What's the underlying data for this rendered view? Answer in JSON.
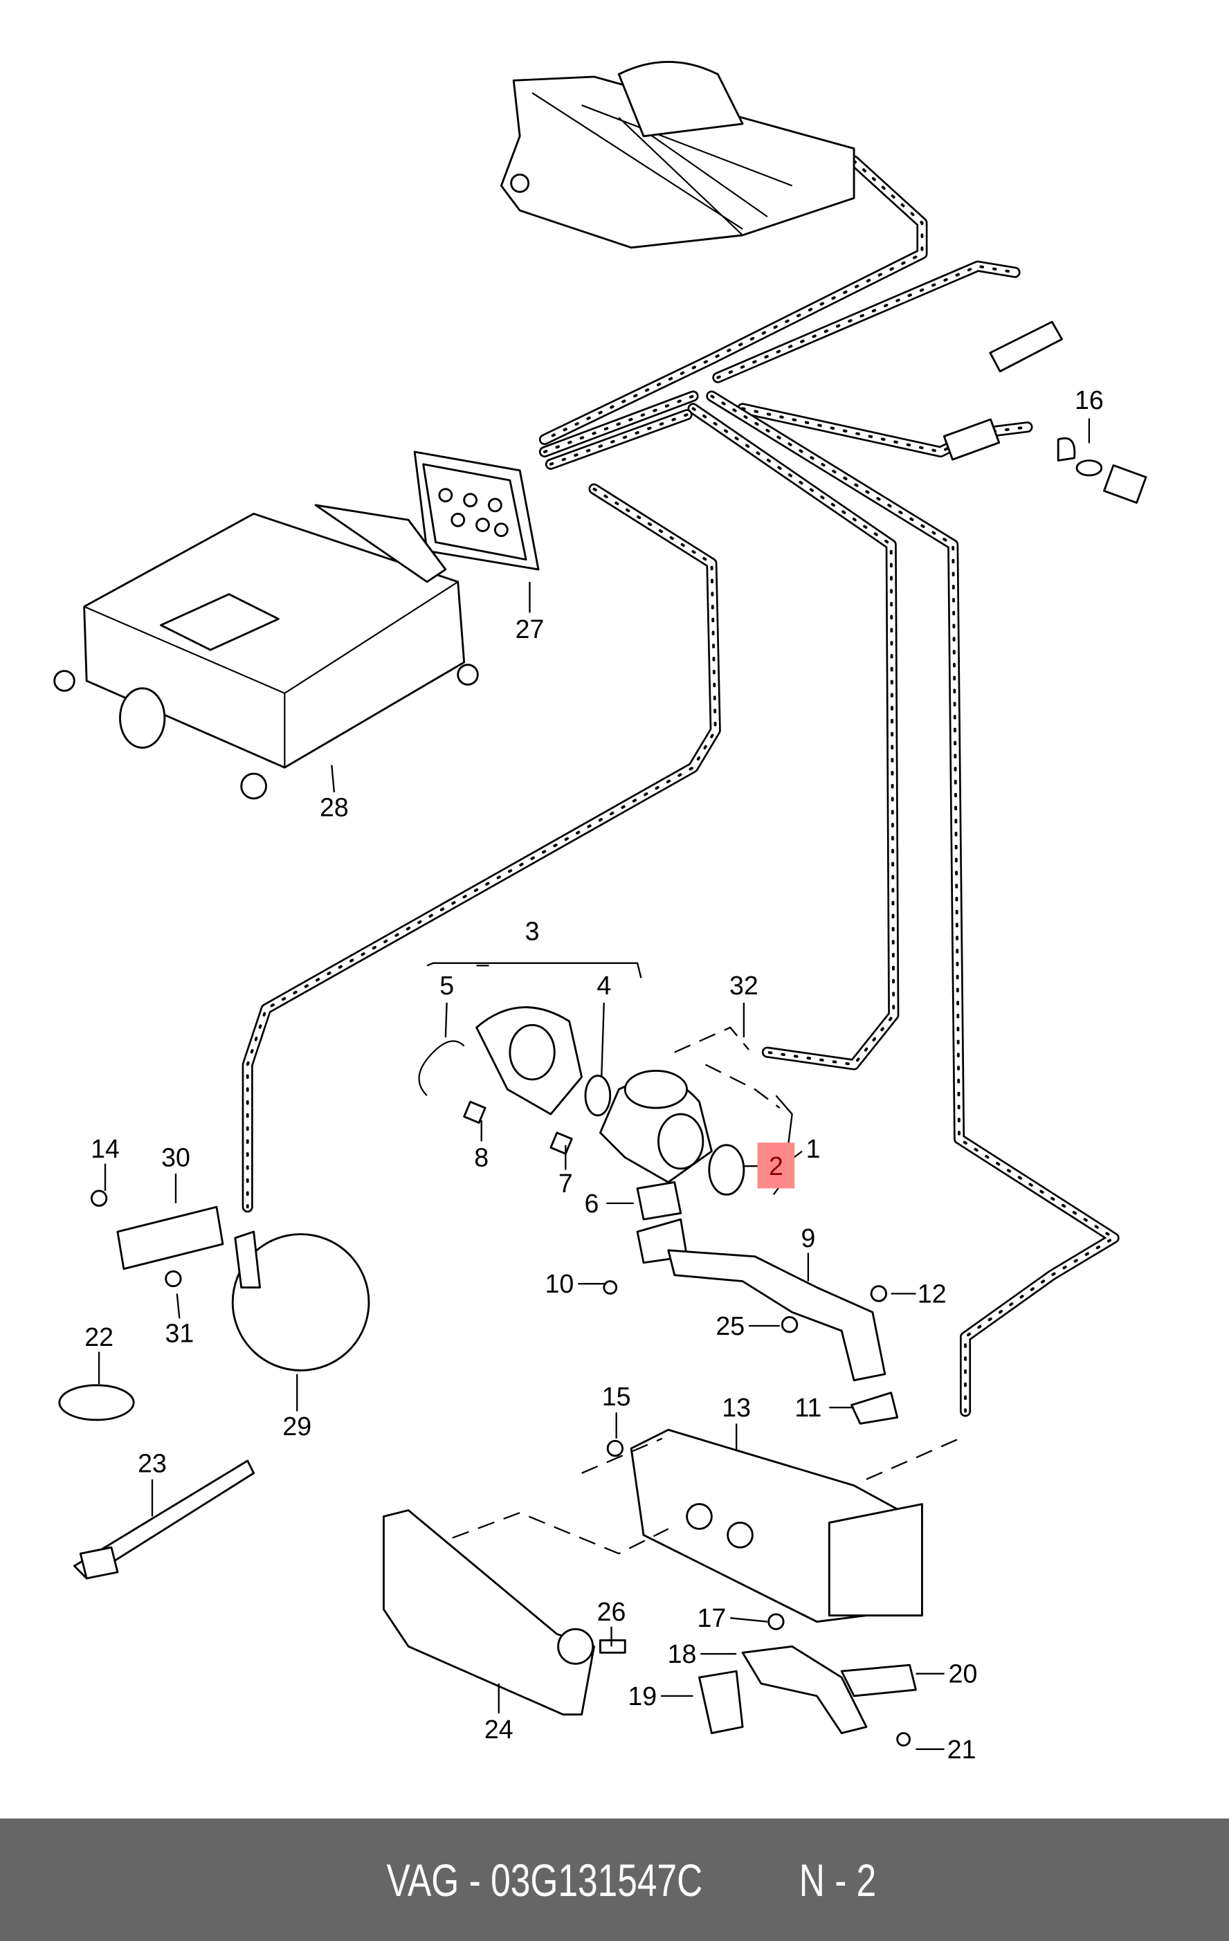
{
  "diagram": {
    "highlight_color": "#ff8888",
    "highlighted_label": "2",
    "labels": [
      "16",
      "27",
      "28",
      "3",
      "5",
      "4",
      "32",
      "1",
      "2",
      "8",
      "7",
      "6",
      "14",
      "30",
      "31",
      "22",
      "29",
      "10",
      "9",
      "12",
      "25",
      "11",
      "15",
      "13",
      "23",
      "17",
      "18",
      "19",
      "26",
      "20",
      "21",
      "24"
    ]
  },
  "footer": {
    "part_number": "VAG - 03G131547C",
    "page_ref": "N - 2",
    "background": "#666666"
  }
}
